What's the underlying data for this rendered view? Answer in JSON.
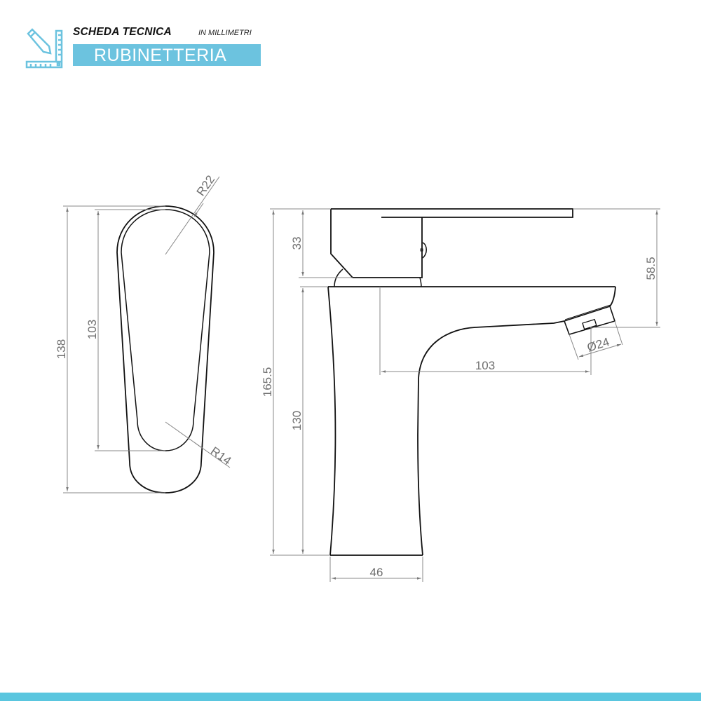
{
  "header": {
    "title": "SCHEDA TECNICA",
    "unit_note": "IN MILLIMETRI",
    "category": "RUBINETTERIA",
    "logo_icon": "pencil-ruler-icon",
    "accent_color": "#6cc3df"
  },
  "handle_view": {
    "dimensions": {
      "total_height": "138",
      "inner_height": "103",
      "top_radius": "R22",
      "bottom_radius": "R14"
    }
  },
  "side_view": {
    "dimensions": {
      "total_height": "165.5",
      "body_height": "130",
      "handle_height": "33",
      "spout_height": "58.5",
      "spout_reach": "103",
      "aerator_diameter": "Ø24",
      "base_width": "46"
    }
  },
  "footer": {
    "bar_color": "#5ac6df"
  }
}
